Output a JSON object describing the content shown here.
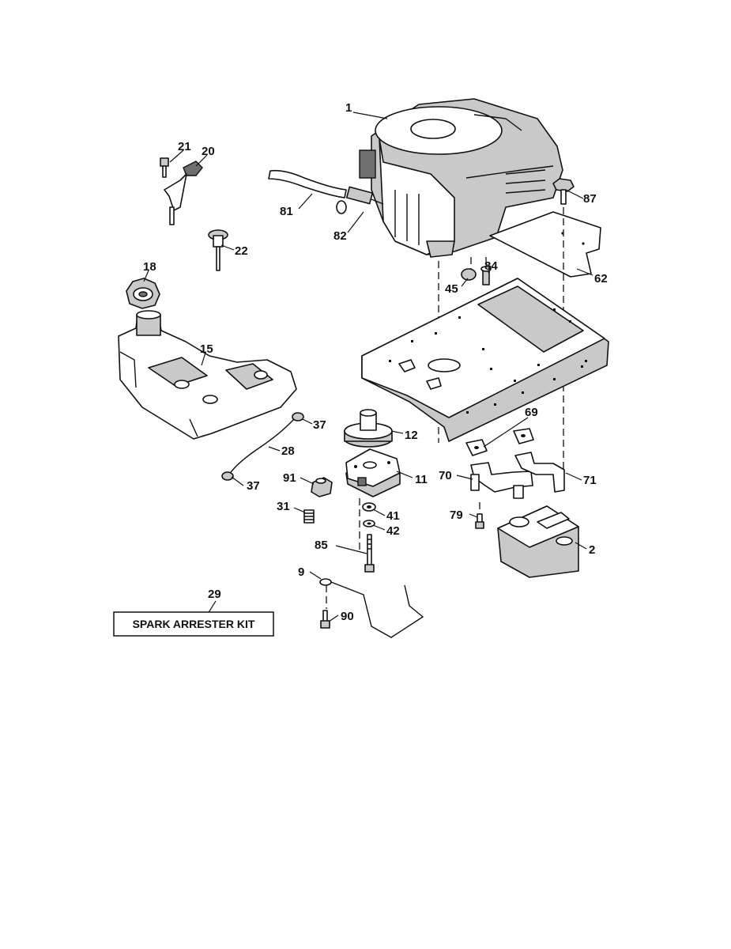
{
  "labels": {
    "p1": "1",
    "p2": "2",
    "p9": "9",
    "p11": "11",
    "p12": "12",
    "p15": "15",
    "p18": "18",
    "p20": "20",
    "p21": "21",
    "p22": "22",
    "p28": "28",
    "p29": "29",
    "p31": "31",
    "p37a": "37",
    "p37b": "37",
    "p41": "41",
    "p42": "42",
    "p45": "45",
    "p62": "62",
    "p69": "69",
    "p70": "70",
    "p71": "71",
    "p79": "79",
    "p81": "81",
    "p82": "82",
    "p84": "84",
    "p85": "85",
    "p87": "87",
    "p90": "90",
    "p91": "91"
  },
  "kit": {
    "text": "SPARK ARRESTER KIT"
  }
}
